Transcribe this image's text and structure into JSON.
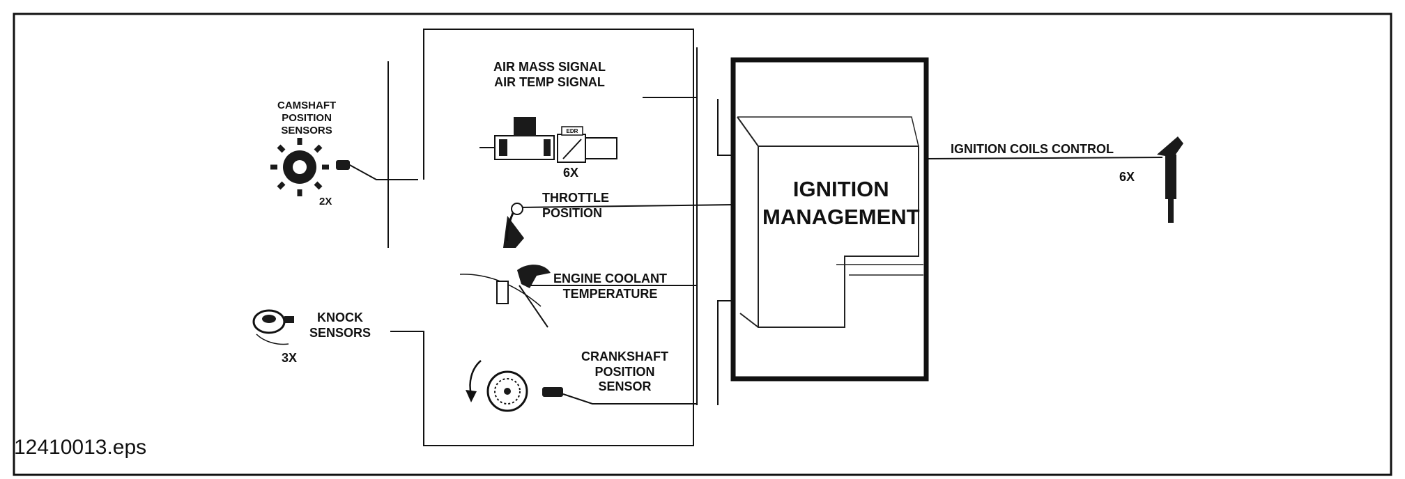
{
  "diagram": {
    "center_block": {
      "line1": "IGNITION",
      "line2": "MANAGEMENT"
    },
    "inputs": {
      "camshaft": {
        "line1": "CAMSHAFT",
        "line2": "POSITION",
        "line3": "SENSORS",
        "count": "2X"
      },
      "air_mass": {
        "line1": "AIR MASS SIGNAL",
        "line2": "AIR TEMP SIGNAL",
        "count": "6X"
      },
      "throttle": {
        "line1": "THROTTLE",
        "line2": "POSITION"
      },
      "coolant": {
        "line1": "ENGINE COOLANT",
        "line2": "TEMPERATURE"
      },
      "knock": {
        "line1": "KNOCK",
        "line2": "SENSORS",
        "count": "3X"
      },
      "crankshaft": {
        "line1": "CRANKSHAFT",
        "line2": "POSITION",
        "line3": "SENSOR"
      }
    },
    "outputs": {
      "ignition_coils": {
        "label": "IGNITION COILS CONTROL",
        "count": "6X"
      }
    },
    "sensor_tag": "EDR"
  },
  "footer": {
    "filename": "12410013.eps"
  }
}
